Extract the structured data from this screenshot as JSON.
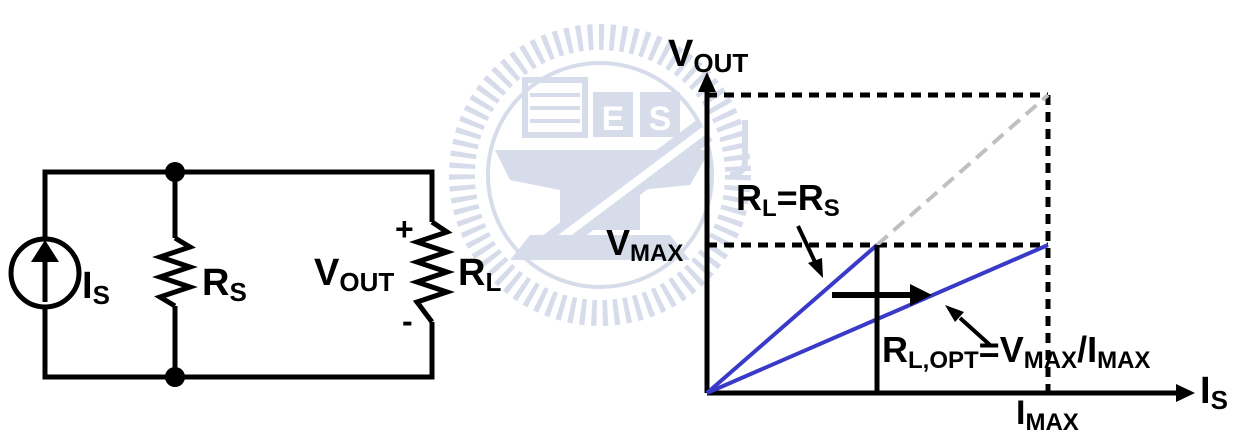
{
  "circuit": {
    "source_main": "I",
    "source_sub": "S",
    "rs_main": "R",
    "rs_sub": "S",
    "vout_main": "V",
    "vout_sub": "OUT",
    "rl_main": "R",
    "rl_sub": "L",
    "plus": "+",
    "minus": "-"
  },
  "graph": {
    "y_axis_main": "V",
    "y_axis_sub": "OUT",
    "x_axis_main": "I",
    "x_axis_sub": "S",
    "vmax_main": "V",
    "vmax_sub": "MAX",
    "imax_main": "I",
    "imax_sub": "MAX",
    "rl_eq_rs": {
      "r1": "R",
      "s1": "L",
      "eq": "=R",
      "s2": "S"
    },
    "rl_opt": {
      "r": "R",
      "s1": "L,OPT",
      "eq": "=V",
      "s2": "MAX",
      "slash": "/I",
      "s3": "MAX"
    }
  },
  "colors": {
    "line_blue": "#3a3ac8",
    "dashed_gray": "#c0c0c0",
    "watermark": "#b8c0dc",
    "ink": "#000000"
  },
  "watermark": {
    "letters": "ES",
    "icon": "university-seal-icon"
  }
}
